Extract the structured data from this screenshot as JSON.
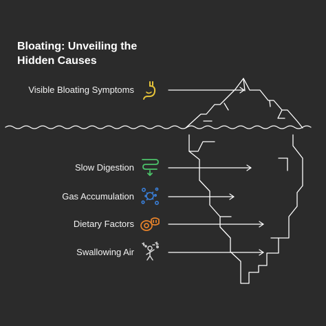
{
  "title": {
    "line1": "Bloating: Unveiling the",
    "line2": "Hidden Causes"
  },
  "above_water": [
    {
      "label": "Visible Bloating Symptoms",
      "icon": "stomach-icon",
      "color": "#e8c53a"
    }
  ],
  "below_water": [
    {
      "label": "Slow Digestion",
      "icon": "slow-digestion-icon",
      "color": "#4cc46a"
    },
    {
      "label": "Gas Accumulation",
      "icon": "gas-bubbles-icon",
      "color": "#3a7fd8"
    },
    {
      "label": "Dietary Factors",
      "icon": "food-icon",
      "color": "#e8832a"
    },
    {
      "label": "Swallowing Air",
      "icon": "person-air-icon",
      "color": "#d9d9d9"
    }
  ],
  "colors": {
    "background": "#2b2b2b",
    "line": "#ffffff"
  }
}
